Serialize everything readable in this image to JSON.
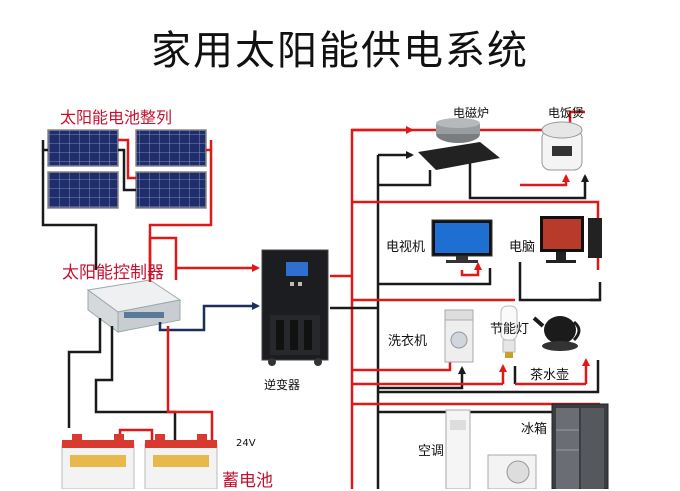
{
  "title": "家用太阳能供电系统",
  "labels": {
    "solar_array": "太阳能电池整列",
    "controller": "太阳能控制器",
    "inverter": "逆变器",
    "battery": "蓄电池",
    "voltage": "24V",
    "induction_cooker": "电磁炉",
    "rice_cooker": "电饭煲",
    "tv": "电视机",
    "computer": "电脑",
    "washer": "洗衣机",
    "lamp": "节能灯",
    "kettle": "茶水壶",
    "ac": "空调",
    "fridge": "冰箱"
  },
  "colors": {
    "wire_red": "#e01818",
    "wire_dark": "#1a1a1a",
    "wire_navy": "#1c2f5c",
    "label_red": "#c8102e"
  }
}
